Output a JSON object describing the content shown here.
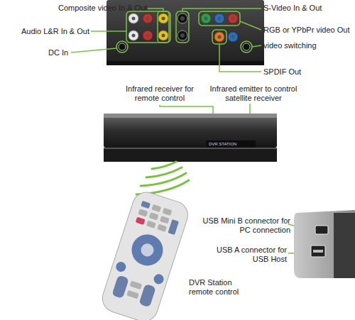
{
  "diagram": {
    "labels": [
      "Composite video In & Out",
      "Audio L&R In & Out",
      "DC In",
      "S-Video In & Out",
      "RGB or YPbPr video Out",
      "video switching",
      "SPDIF Out",
      "Infrared receiver for remote control",
      "Infrared emitter to control satellite receiver",
      "DVR STATION",
      "USB Mini B connector for PC connection",
      "USB A connector for USB Host",
      "DVR Station remote control"
    ]
  }
}
